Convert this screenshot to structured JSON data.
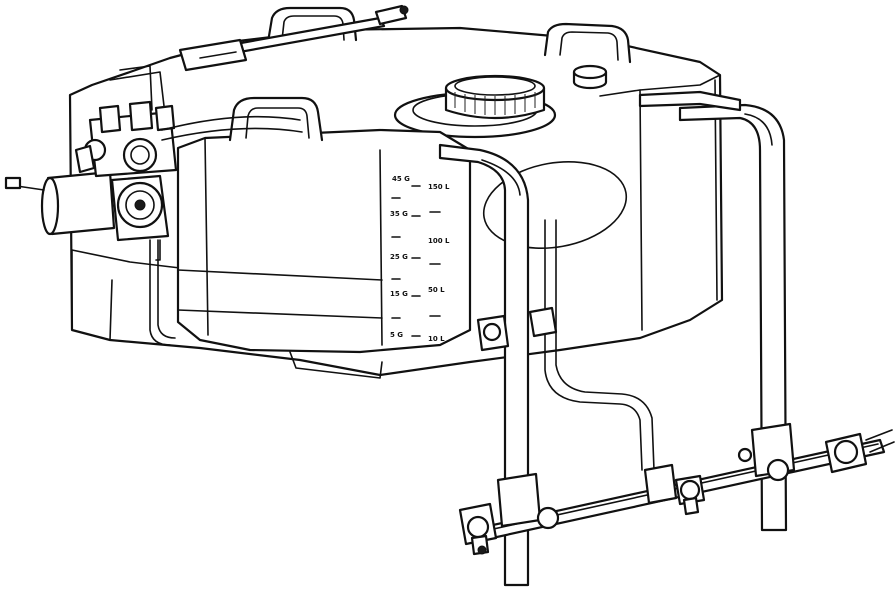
{
  "gauge": {
    "gallons": [
      "45 G",
      "35 G",
      "25 G",
      "15 G",
      "5 G"
    ],
    "liters": [
      "150 L",
      "100 L",
      "50 L",
      "10 L"
    ]
  },
  "colors": {
    "stroke": "#111111",
    "fill": "#ffffff"
  }
}
